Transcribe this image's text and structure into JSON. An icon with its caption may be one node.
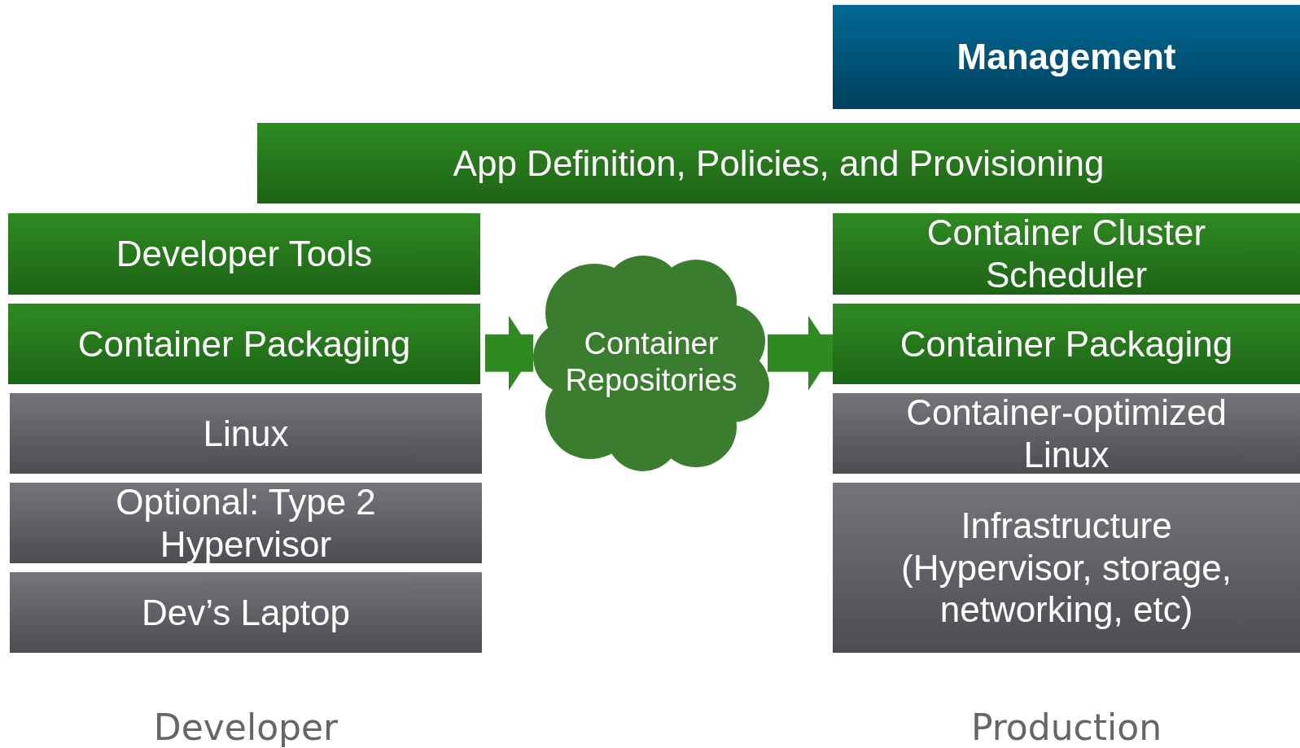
{
  "diagram": {
    "nodes": [
      {
        "text": [
          "Management"
        ]
      },
      {
        "text": [
          "App Definition, Policies, and Provisioning"
        ]
      },
      {
        "text": [
          "Developer Tools"
        ]
      },
      {
        "text": [
          "Container Packaging"
        ]
      },
      {
        "text": [
          "Linux"
        ]
      },
      {
        "text": [
          "Optional: Type 2 Hypervisor"
        ]
      },
      {
        "text": [
          "Dev’s Laptop"
        ]
      },
      {
        "text": [
          "Container Repositories"
        ]
      },
      {
        "text": [
          "Container Cluster Scheduler"
        ]
      },
      {
        "text": [
          "Container Packaging"
        ]
      },
      {
        "text": [
          "Container-optimized Linux"
        ]
      },
      {
        "text": [
          "Infrastructure (Hypervisor, storage, networking, etc)"
        ]
      }
    ],
    "edges": [
      {
        "from": 3,
        "to": 7,
        "arrow": "to"
      },
      {
        "from": 7,
        "to": 9,
        "arrow": "to"
      }
    ],
    "labels": [
      "Developer",
      "Production"
    ]
  }
}
